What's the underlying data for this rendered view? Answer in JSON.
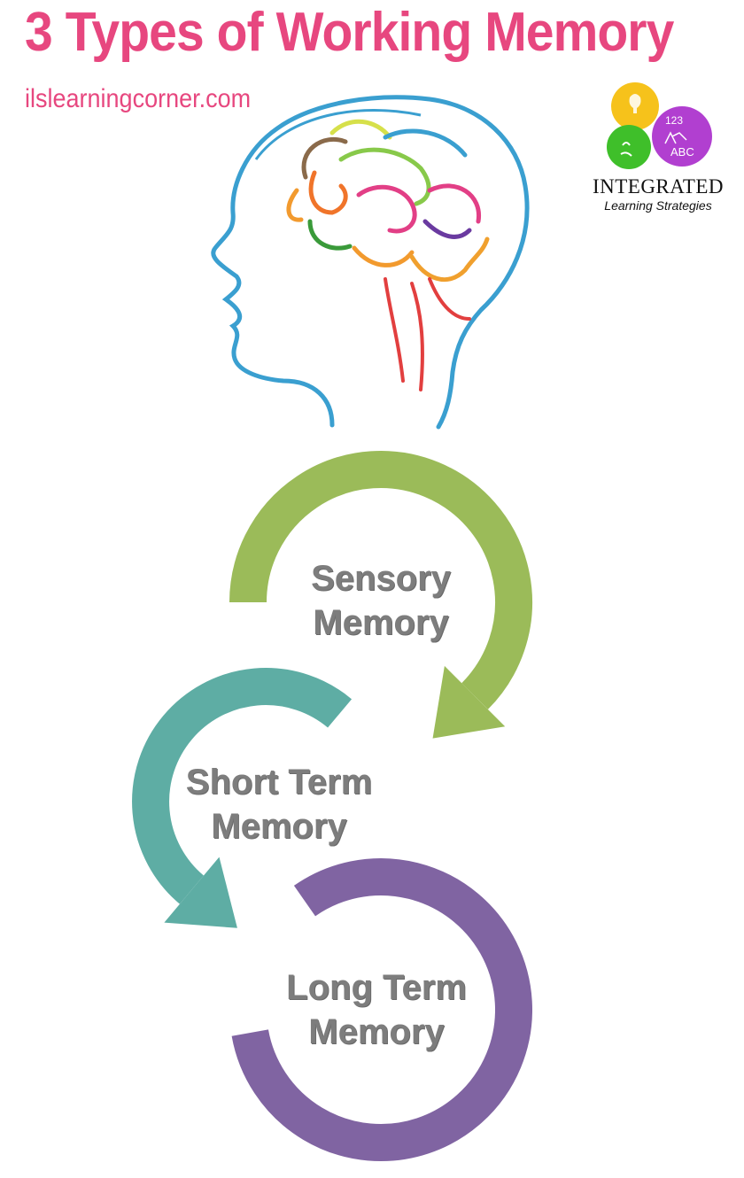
{
  "header": {
    "title": "3 Types of Working Memory",
    "website": "ilslearningcorner.com"
  },
  "logo": {
    "name": "INTEGRATED",
    "tagline": "Learning Strategies",
    "badge_text": "ABC",
    "badge_numbers": "123"
  },
  "diagram": {
    "stages": [
      {
        "line1": "Sensory",
        "line2": "Memory",
        "color": "#9bbb59"
      },
      {
        "line1": "Short Term",
        "line2": "Memory",
        "color": "#5eada4"
      },
      {
        "line1": "Long Term",
        "line2": "Memory",
        "color": "#8064a2"
      }
    ]
  },
  "colors": {
    "title": "#e7477f",
    "label_text": "#7d7d7d",
    "head_outline": "#3a9fd0"
  }
}
